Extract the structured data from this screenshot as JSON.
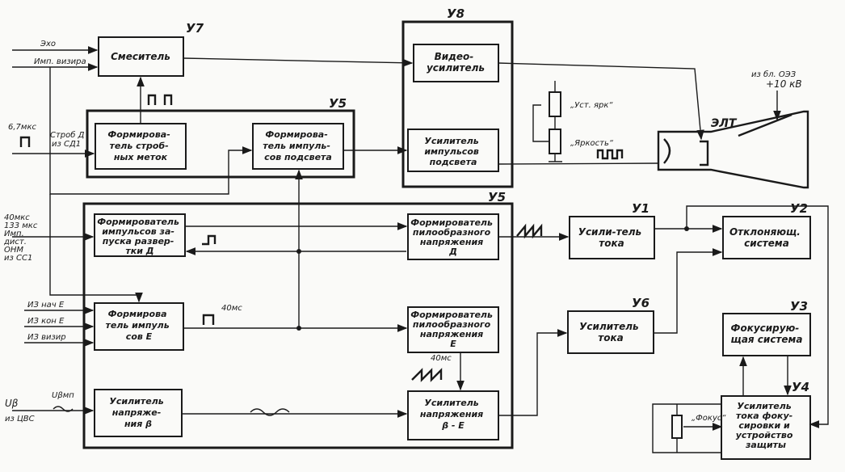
{
  "units": {
    "u7": "У7",
    "u8": "У8",
    "u5a": "У5",
    "u5b": "У5",
    "u1": "У1",
    "u2": "У2",
    "u6": "У6",
    "u3": "У3",
    "u4": "У4"
  },
  "blocks": {
    "mixer": [
      "Смеситель"
    ],
    "video_amp": [
      "Видео-",
      "усилитель"
    ],
    "strobe_former": [
      "Формирова-",
      "тель строб-",
      "ных меток"
    ],
    "backlight_former": [
      "Формирова-",
      "тель импуль-",
      "сов подсвета"
    ],
    "backlight_amp": [
      "Усилитель",
      "импульсов",
      "подсвета"
    ],
    "launch_former": [
      "Формирователь",
      "импульсов за-",
      "пуска развер-",
      "тки Д"
    ],
    "saw_d": [
      "Формирователь",
      "пилообразного",
      "напряжения",
      "Д"
    ],
    "current_amp_1": [
      "Усили-тель",
      "тока"
    ],
    "deflect_system": [
      "Отклоняющ.",
      "система"
    ],
    "eps_former": [
      "Формирова",
      "тель импуль",
      "сов Е"
    ],
    "saw_e": [
      "Формирователь",
      "пилообразного",
      "напряжения",
      "Е"
    ],
    "current_amp_6": [
      "Усилитель",
      "тока"
    ],
    "focus_system": [
      "Фокусирую-",
      "щая система"
    ],
    "beta_amp": [
      "Усилитель",
      "напряже-",
      "ния β"
    ],
    "beta_e_amp": [
      "Усилитель",
      "напряжения",
      "β - Е"
    ],
    "focus_amp": [
      "Усилитель",
      "тока фоку-",
      "сировки и",
      "устройство",
      "защиты"
    ],
    "crt": "ЭЛТ"
  },
  "labels": {
    "echo": "Эхо",
    "imp_vizir": "Имп. визира",
    "strobe_in_1": "6,7мкс",
    "strobe_d": "Строб Д",
    "from_sd1": "из СД1",
    "range_in": [
      "40мкс",
      "133 мкс",
      "Имп.",
      "дист.",
      "ОНМ",
      "из СС1"
    ],
    "iz_nach_e": "ИЗ нач Е",
    "iz_kon_e": "ИЗ кон Е",
    "iz_vizir": "ИЗ визир",
    "u_b": "Uβ",
    "from_cvs": "из ЦВС",
    "u_bmp": "Uβмп",
    "pulse_40": "40мс",
    "pulse_40b": "40мс",
    "ust_yark": "„Уст. ярк“",
    "yarkost": "„Яркость“",
    "hv_from": "из бл. ОЭЗ",
    "hv_value": "+10 кВ",
    "fokus": "„Фокус“"
  }
}
